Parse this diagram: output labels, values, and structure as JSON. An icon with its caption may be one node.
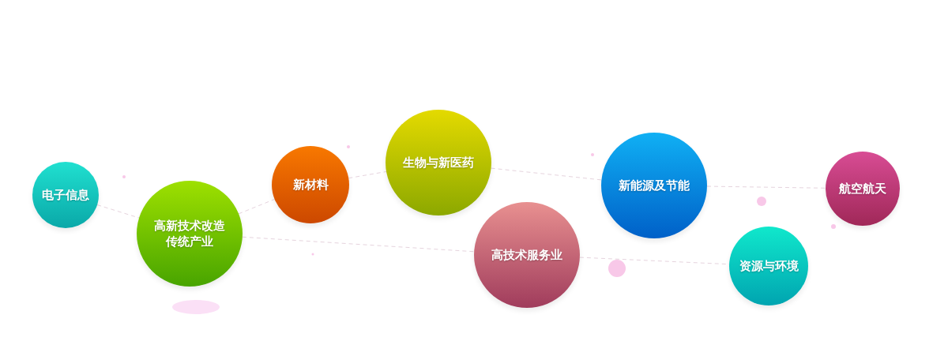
{
  "diagram": {
    "nodes": [
      {
        "text": [
          "电子信息"
        ]
      },
      {
        "text": [
          "高新技术改造传统产业"
        ]
      },
      {
        "text": [
          "新材料"
        ]
      },
      {
        "text": [
          "生物与新医药"
        ]
      },
      {
        "text": [
          "高技术服务业"
        ]
      },
      {
        "text": [
          "新能源及节能"
        ]
      },
      {
        "text": [
          "资源与环境"
        ]
      },
      {
        "text": [
          "航空航天"
        ]
      }
    ],
    "edges": [
      {
        "from": 0,
        "to": 1,
        "arrow": "none",
        "style": "dashed"
      },
      {
        "from": 1,
        "to": 2,
        "arrow": "none",
        "style": "dashed"
      },
      {
        "from": 2,
        "to": 3,
        "arrow": "none",
        "style": "dashed"
      },
      {
        "from": 3,
        "to": 5,
        "arrow": "none",
        "style": "dashed"
      },
      {
        "from": 5,
        "to": 7,
        "arrow": "none",
        "style": "dashed"
      },
      {
        "from": 1,
        "to": 4,
        "arrow": "none",
        "style": "dashed"
      },
      {
        "from": 4,
        "to": 6,
        "arrow": "none",
        "style": "dashed"
      }
    ]
  }
}
